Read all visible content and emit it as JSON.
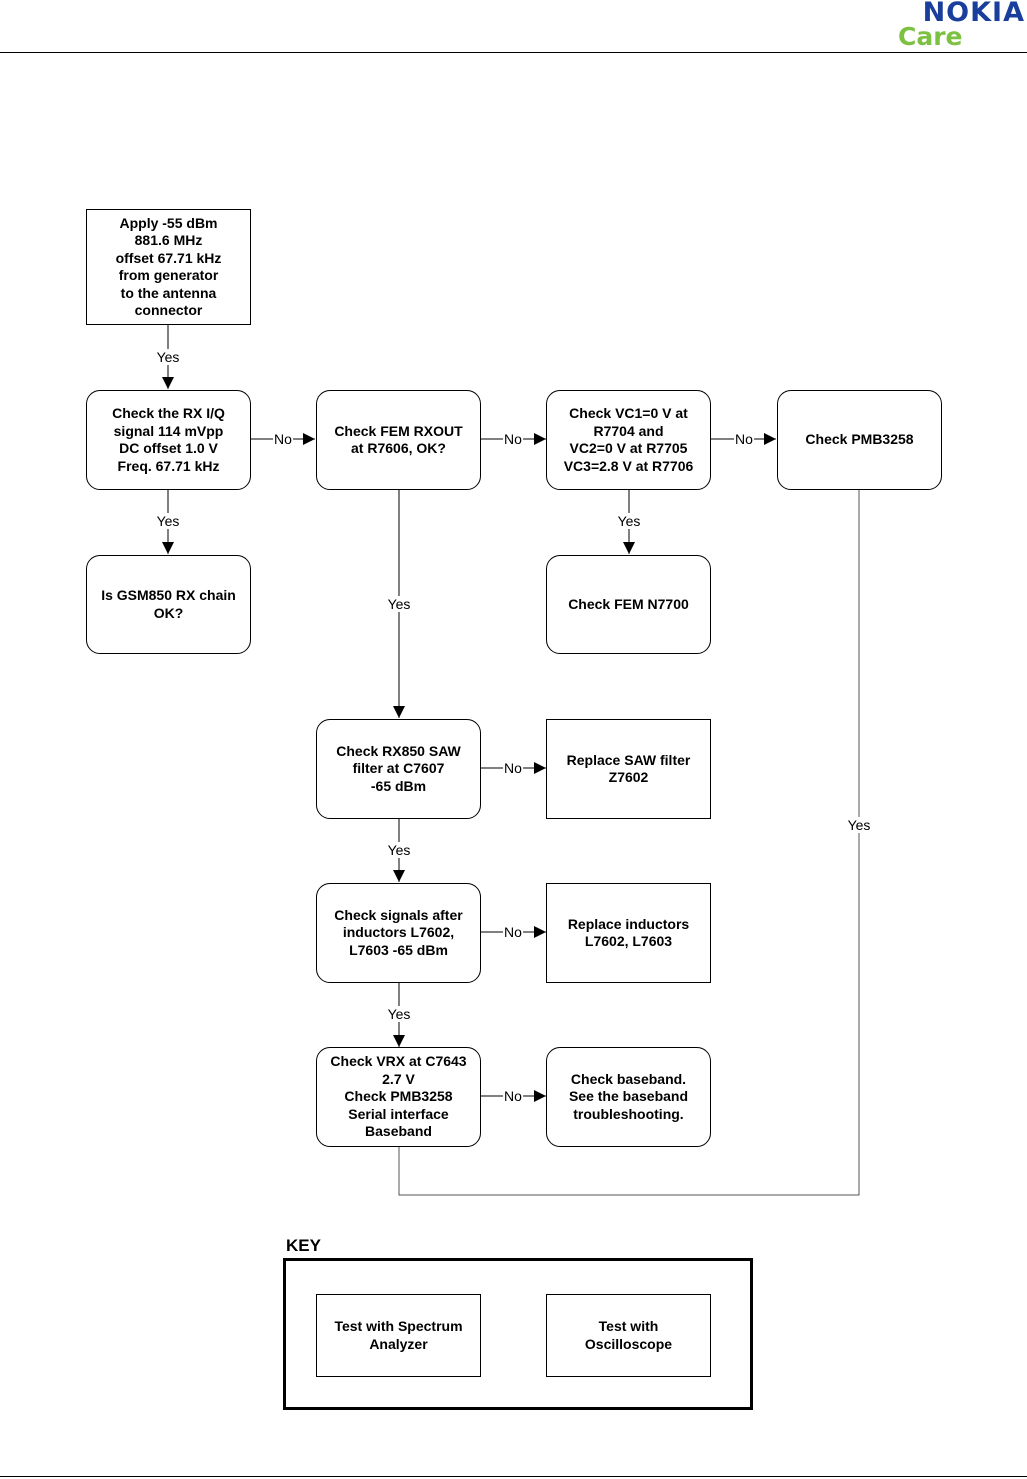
{
  "header": {
    "logo_brand": "NOKIA",
    "logo_sub": "Care",
    "brand_color": "#1a3e9c",
    "sub_color": "#7cc142"
  },
  "nodes": {
    "apply": "Apply -55 dBm\n881.6 MHz\noffset 67.71 kHz\nfrom generator\nto the antenna\nconnector",
    "check_rx_iq": "Check the RX I/Q\nsignal 114  mVpp\nDC offset 1.0  V\nFreq. 67.71 kHz",
    "chain_ok": "Is GSM850 RX chain\nOK?",
    "fem_rxout": "Check FEM RXOUT\nat R7606, OK?",
    "vc": "Check VC1=0 V at\nR7704 and\nVC2=0 V at R7705\nVC3=2.8 V at R7706",
    "pmb": "Check PMB3258",
    "fem_n7700": "Check FEM N7700",
    "saw_check": "Check RX850 SAW\nfilter at C7607\n-65 dBm",
    "saw_replace": "Replace SAW filter\nZ7602",
    "ind_check": "Check signals after\ninductors L7602,\nL7603  -65 dBm",
    "ind_replace": "Replace  inductors\nL7602, L7603",
    "vrx": "Check VRX at C7643\n2.7 V\nCheck PMB3258\nSerial interface\nBaseband",
    "baseband": "Check baseband.\nSee the baseband\ntroubleshooting."
  },
  "labels": {
    "yes": "Yes",
    "no": "No"
  },
  "key": {
    "title": "KEY",
    "spectrum": "Test with Spectrum\nAnalyzer",
    "oscilloscope": "Test with\nOscilloscope"
  }
}
